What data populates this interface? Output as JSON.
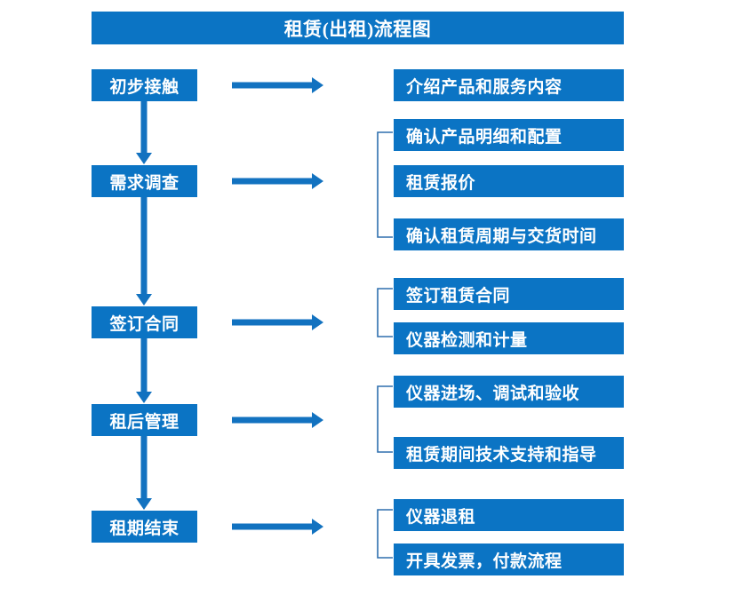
{
  "diagram": {
    "title": "租赁(出租)流程图",
    "accent_color": "#0B74C4",
    "text_color": "#FFFFFF",
    "background_color": "#FFFFFF",
    "type": "flowchart",
    "orientation": "vertical-with-side-branches"
  },
  "stages": [
    {
      "id": "stage-1",
      "label": "初步接触"
    },
    {
      "id": "stage-2",
      "label": "需求调查"
    },
    {
      "id": "stage-3",
      "label": "签订合同"
    },
    {
      "id": "stage-4",
      "label": "租后管理"
    },
    {
      "id": "stage-5",
      "label": "租期结束"
    }
  ],
  "details": [
    {
      "id": "detail-1",
      "label": "介绍产品和服务内容",
      "stage": "stage-1"
    },
    {
      "id": "detail-2",
      "label": "确认产品明细和配置",
      "stage": "stage-2"
    },
    {
      "id": "detail-3",
      "label": "租赁报价",
      "stage": "stage-2"
    },
    {
      "id": "detail-4",
      "label": "确认租赁周期与交货时间",
      "stage": "stage-2"
    },
    {
      "id": "detail-5",
      "label": "签订租赁合同",
      "stage": "stage-3"
    },
    {
      "id": "detail-6",
      "label": "仪器检测和计量",
      "stage": "stage-3"
    },
    {
      "id": "detail-7",
      "label": "仪器进场、调试和验收",
      "stage": "stage-4"
    },
    {
      "id": "detail-8",
      "label": "租赁期间技术支持和指导",
      "stage": "stage-4"
    },
    {
      "id": "detail-9",
      "label": "仪器退租",
      "stage": "stage-5"
    },
    {
      "id": "detail-10",
      "label": "开具发票，付款流程",
      "stage": "stage-5"
    }
  ],
  "connectors": {
    "vertical_arrows": 4,
    "horizontal_arrows": 5,
    "group_brackets": 4
  }
}
